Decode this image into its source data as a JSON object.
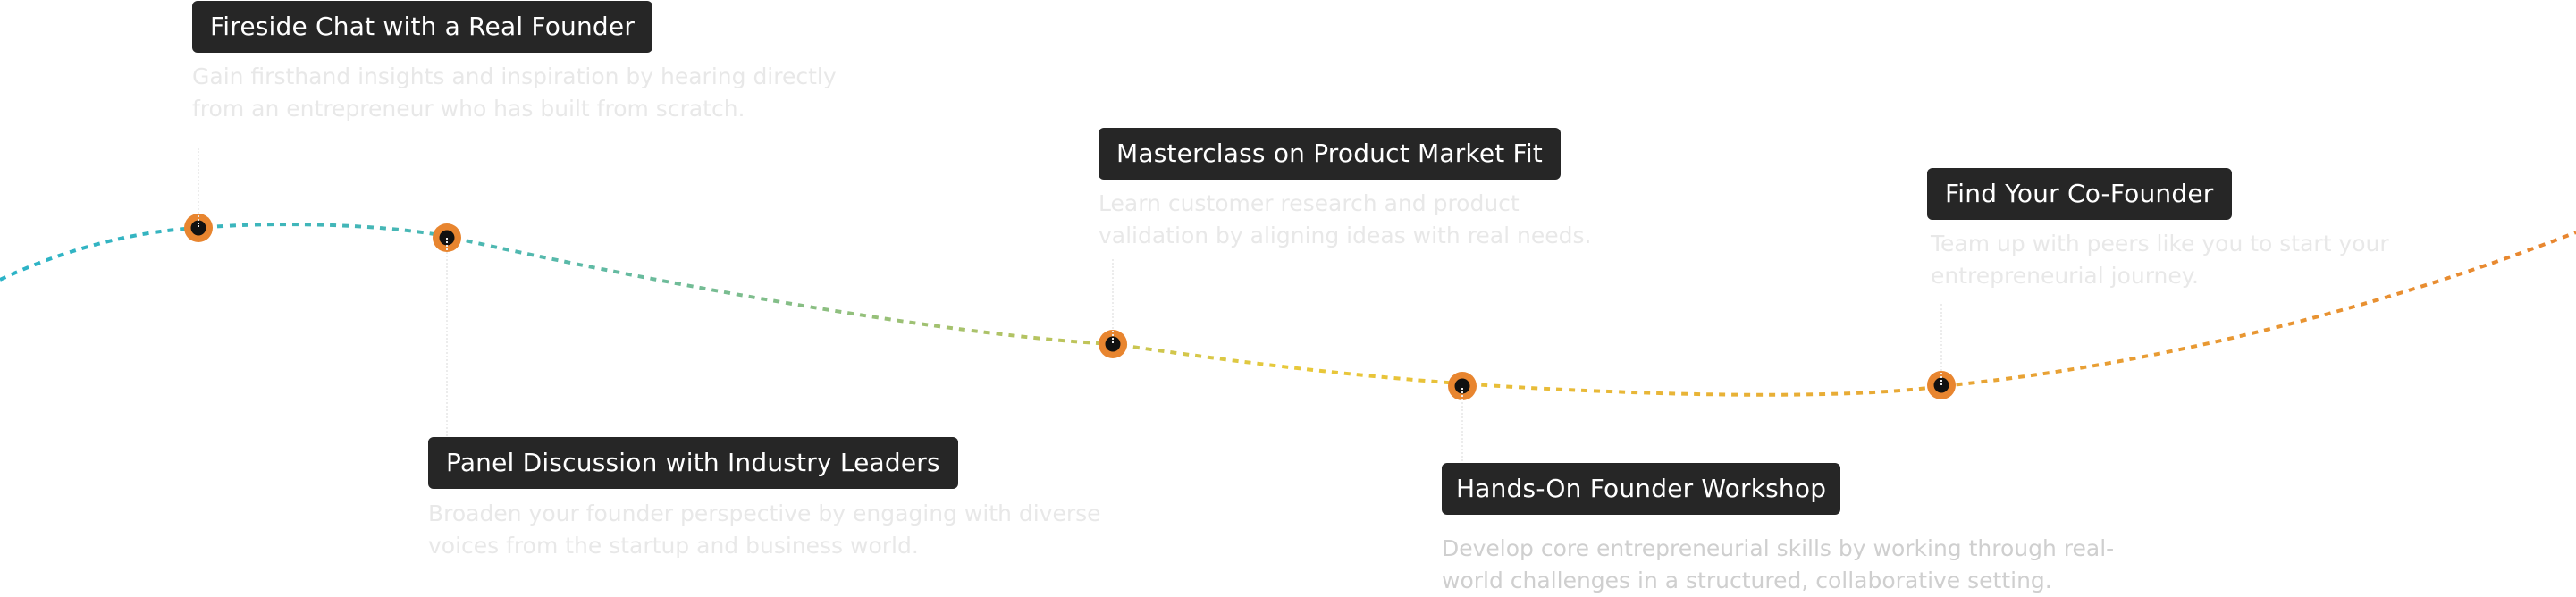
{
  "timeline": {
    "colors": {
      "start": "#2bb3c7",
      "mid": "#e8c93a",
      "end": "#e8852f",
      "node_ring": "#e8852f",
      "node_dot": "#111111",
      "label_bg": "#262626",
      "label_text": "#ffffff",
      "description": "#e8e8e8"
    },
    "events": [
      {
        "title": "Fireside Chat with a Real Founder",
        "line1": "Gain firsthand insights and inspiration by hearing directly",
        "line2": "from an entrepreneur who has built from scratch."
      },
      {
        "title": "Panel Discussion with Industry Leaders",
        "line1": "Broaden your founder perspective by engaging with diverse",
        "line2": "voices from the startup and business world."
      },
      {
        "title": "Masterclass on Product Market Fit",
        "line1": "Learn customer research and product",
        "line2": "validation by aligning ideas with real needs."
      },
      {
        "title": "Hands-On Founder Workshop",
        "line1": " Develop core entrepreneurial skills by working through real-",
        "line2": "world challenges in a structured, collaborative setting."
      },
      {
        "title": "Find Your Co-Founder",
        "line1": "Team up with peers like you to start your",
        "line2": "entrepreneurial journey."
      }
    ]
  }
}
